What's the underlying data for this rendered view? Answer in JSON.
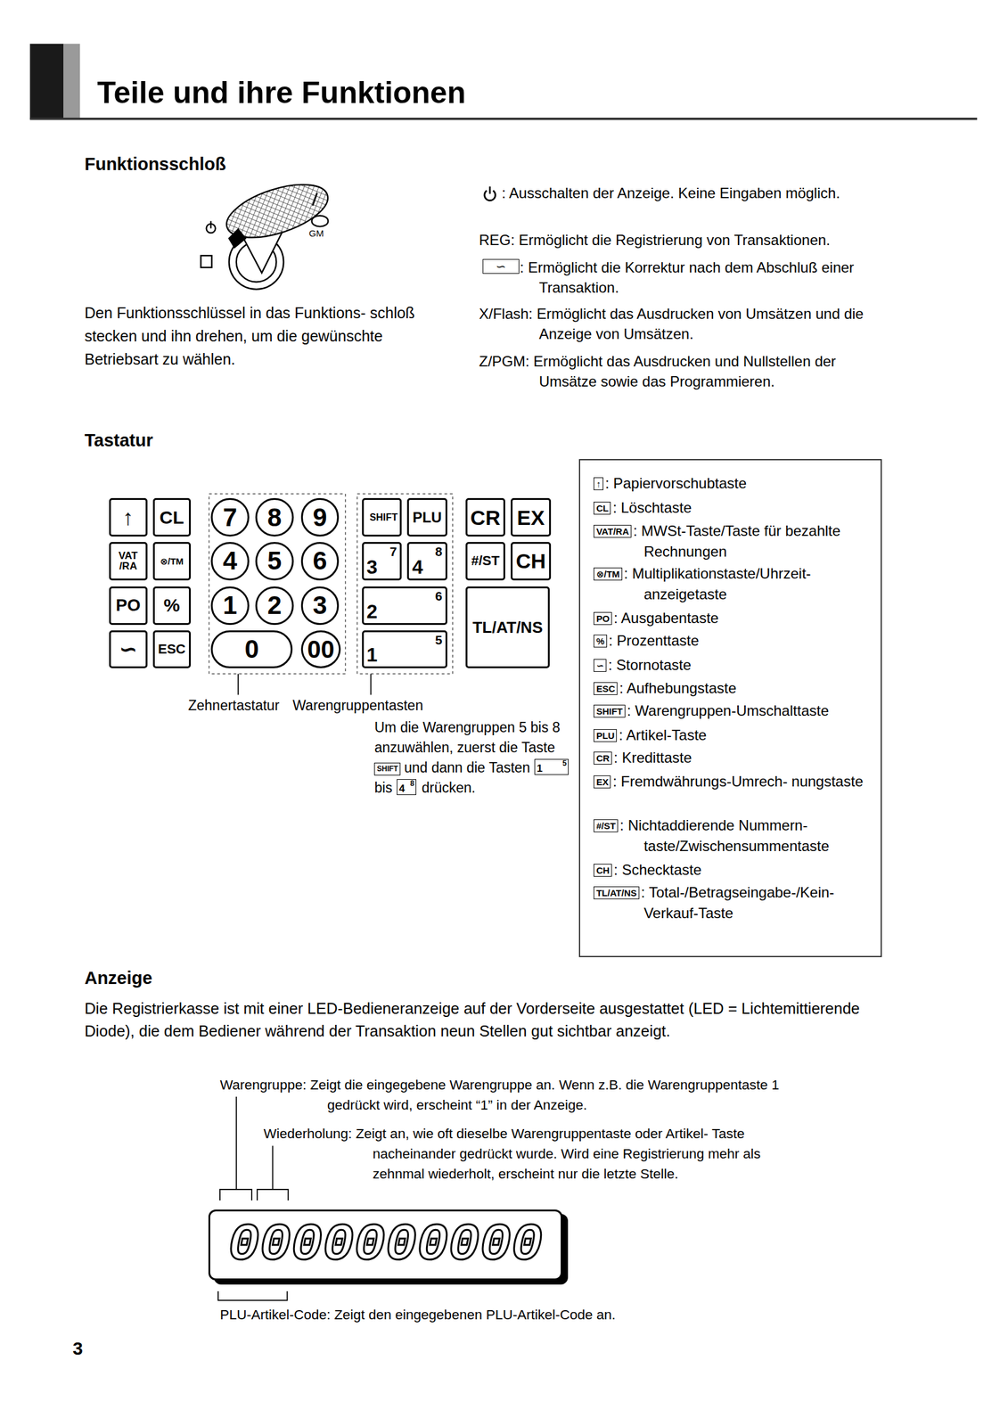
{
  "diagram": {
    "title": "Teile und ihre Funktionen",
    "nodes": [
      {
        "text": [
          "↑"
        ]
      },
      {
        "text": [
          "CL"
        ]
      },
      {
        "text": [
          "7"
        ]
      },
      {
        "text": [
          "8"
        ]
      },
      {
        "text": [
          "9"
        ]
      },
      {
        "text": [
          "SHIFT"
        ]
      },
      {
        "text": [
          "PLU"
        ]
      },
      {
        "text": [
          "CR"
        ]
      },
      {
        "text": [
          "EX"
        ]
      },
      {
        "text": [
          "VAT /RA"
        ]
      },
      {
        "text": [
          "⊗/TM"
        ]
      },
      {
        "text": [
          "4"
        ]
      },
      {
        "text": [
          "5"
        ]
      },
      {
        "text": [
          "6"
        ]
      },
      {
        "text": [
          "3",
          "7"
        ]
      },
      {
        "text": [
          "4",
          "8"
        ]
      },
      {
        "text": [
          "#/ST"
        ]
      },
      {
        "text": [
          "CH"
        ]
      },
      {
        "text": [
          "PO"
        ]
      },
      {
        "text": [
          "%"
        ]
      },
      {
        "text": [
          "1"
        ]
      },
      {
        "text": [
          "2"
        ]
      },
      {
        "text": [
          "3"
        ]
      },
      {
        "text": [
          "2",
          "6"
        ]
      },
      {
        "text": [
          "TL/AT/NS"
        ]
      },
      {
        "text": [
          "∽"
        ]
      },
      {
        "text": [
          "ESC"
        ]
      },
      {
        "text": [
          "0"
        ]
      },
      {
        "text": [
          "00"
        ]
      },
      {
        "text": [
          "1",
          "5"
        ]
      },
      {
        "text": [
          "↑",
          ": Papiervorschubtaste",
          "CL",
          ": Löschtaste",
          "VAT/RA",
          ": MWSt-Taste/Taste für bezahlte Rechnungen",
          "⊗/TM",
          ": Multiplikationstaste/Uhrzeit- anzeigetaste",
          "PO",
          ": Ausgabentaste",
          "%",
          ": Prozenttaste",
          "∽",
          ": Stornotaste",
          "ESC",
          ": Aufhebungstaste",
          "SHIFT",
          ": Warengruppen-Umschalttaste",
          "PLU",
          ": Artikel-Taste",
          "CR",
          ": Kredittaste",
          "EX",
          ": Fremdwährungs-Umrech- nungstaste",
          "#/ST",
          ": Nichtaddierende Nummern- taste/Zwischensummentaste",
          "CH",
          ": Schecktaste",
          "TL/AT/NS",
          ": Total-/Betragseingabe-/Kein- Verkauf-Taste"
        ]
      },
      {
        "text": [
          "0000000000"
        ]
      }
    ],
    "labels": [
      "Funktionsschloß",
      "GM",
      ": Ausschalten der Anzeige. Keine Eingaben möglich.",
      "REG: Ermöglicht die Registrierung von Transaktionen.",
      "∽",
      ": Ermöglicht die Korrektur nach dem Abschluß einer Transaktion.",
      "X/Flash: Ermöglicht das Ausdrucken von Umsätzen und die Anzeige von Umsätzen.",
      "Z/PGM: Ermöglicht das Ausdrucken und Nullstellen der Umsätze sowie das Programmieren.",
      "Den Funktionsschlüssel in das Funktions- schloß stecken und ihn drehen, um die gewünschte Betriebsart zu wählen.",
      "Tastatur",
      "Zehnertastatur",
      "Warengruppentasten",
      "Um die Warengruppen 5 bis 8 anzuwählen, zuerst die Taste",
      "SHIFT",
      "und dann die Tasten",
      "1",
      "5",
      "bis",
      "4",
      "8",
      "drücken.",
      "Anzeige",
      "Die Registrierkasse ist mit einer LED-Bedieneranzeige auf der Vorderseite ausgestattet (LED = Lichtemittierende Diode), die dem Bediener während der Transaktion neun Stellen gut sichtbar anzeigt.",
      "Warengruppe: Zeigt die eingegebene Warengruppe an. Wenn z.B. die Warengruppentaste 1 gedrückt wird, erscheint “1” in der Anzeige.",
      "Wiederholung: Zeigt an, wie oft dieselbe Warengruppentaste oder Artikel- Taste nacheinander gedrückt wurde. Wird eine Registrierung mehr als zehnmal wiederholt, erscheint nur die letzte Stelle.",
      "PLU-Artikel-Code: Zeigt den eingegebenen PLU-Artikel-Code an.",
      "3"
    ]
  }
}
